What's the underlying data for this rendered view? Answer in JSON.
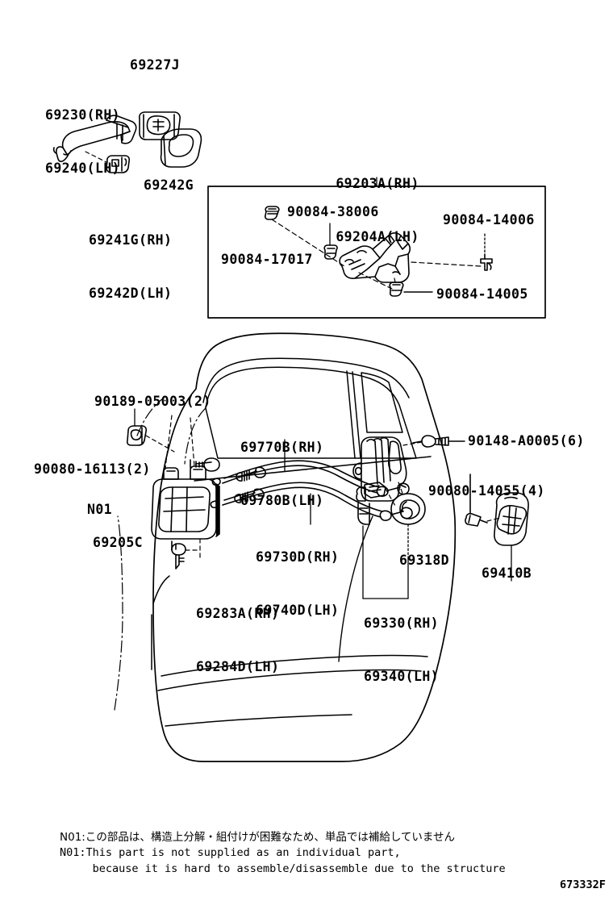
{
  "sheet": {
    "diagram_code": "673332F",
    "kind": "vehicle-parts-exploded-diagram"
  },
  "labels": {
    "ext_handle": {
      "line1": "69230(RH)",
      "line2": "69240(LH)"
    },
    "handle_cover": {
      "line1": "69227J"
    },
    "handle_cap": {
      "line1": "69242G"
    },
    "handle_clip": {
      "line1": "69241G(RH)",
      "line2": "69242D(LH)"
    },
    "inset_title": {
      "line1": "69203A(RH)",
      "line2": "69204A(LH)"
    },
    "inset_bolt_38006": {
      "line1": "90084-38006"
    },
    "inset_bolt_17017": {
      "line1": "90084-17017"
    },
    "inset_bolt_14006": {
      "line1": "90084-14006"
    },
    "inset_bolt_14005": {
      "line1": "90084-14005"
    },
    "screw_90189": {
      "line1": "90189-05003(2)"
    },
    "screw_90080_16113": {
      "line1": "90080-16113(2)"
    },
    "cable_outer": {
      "line1": "69770B(RH)",
      "line2": "69780B(LH)"
    },
    "cable_inner": {
      "line1": "69730D(RH)",
      "line2": "69740D(LH)"
    },
    "inner_handle_note": {
      "line1": "N01"
    },
    "inner_handle_screw": {
      "line1": "69205C"
    },
    "handle_bezel": {
      "line1": "69283A(RH)",
      "line2": "69284D(LH)"
    },
    "lock_assy": {
      "line1": "69330(RH)",
      "line2": "69340(LH)"
    },
    "lock_grommet": {
      "line1": "69318D"
    },
    "lock_screw_90148": {
      "line1": "90148-A0005(6)"
    },
    "striker_screw_90080": {
      "line1": "90080-14055(4)"
    },
    "striker": {
      "line1": "69410B"
    }
  },
  "footnotes": {
    "line_jp": "N01:この部品は、構造上分解・組付けが困難なため、単品では補給していません",
    "line_en_1": "N01:This part is not supplied as an individual part,",
    "line_en_2": "     because it is hard to assemble/disassemble due to the structure"
  },
  "colors": {
    "ink": "#000000",
    "paper": "#ffffff"
  }
}
